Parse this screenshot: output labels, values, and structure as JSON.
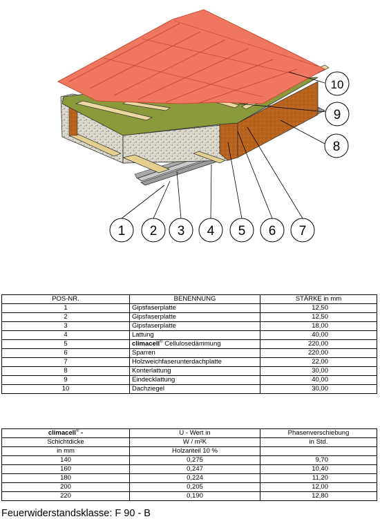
{
  "callouts": [
    "1",
    "2",
    "3",
    "4",
    "5",
    "6",
    "7",
    "8",
    "9",
    "10"
  ],
  "colors": {
    "roof_tiles": "#f0775f",
    "roof_tile_edge": "#c84a36",
    "battens": "#e8d49a",
    "board_brown": "#b8641f",
    "insulation": "#d8d4c8",
    "green_membrane": "#8a9a3a",
    "gypsum": "#b8b8b8"
  },
  "layers_table": {
    "headers": [
      "POS-NR.",
      "BENENNUNG",
      "STÄRKE in mm"
    ],
    "rows": [
      {
        "pos": "1",
        "name": "Gipsfaserplatte",
        "name_bold": "",
        "name_sup": "",
        "thickness": "12,50"
      },
      {
        "pos": "2",
        "name": "Gipsfaserplatte",
        "name_bold": "",
        "name_sup": "",
        "thickness": "12,50"
      },
      {
        "pos": "3",
        "name": "Gipsfaserplatte",
        "name_bold": "",
        "name_sup": "",
        "thickness": "18,00"
      },
      {
        "pos": "4",
        "name": "Lattung",
        "name_bold": "",
        "name_sup": "",
        "thickness": "40,00"
      },
      {
        "pos": "5",
        "name": " Cellulosedämmung",
        "name_bold": "climacell",
        "name_sup": "®",
        "thickness": "220,00"
      },
      {
        "pos": "6",
        "name": "Sparren",
        "name_bold": "",
        "name_sup": "",
        "thickness": "220,00"
      },
      {
        "pos": "7",
        "name": "Holzweichfaserunterdachplatte",
        "name_bold": "",
        "name_sup": "",
        "thickness": "22,00"
      },
      {
        "pos": "8",
        "name": "Konterlattung",
        "name_bold": "",
        "name_sup": "",
        "thickness": "30,00"
      },
      {
        "pos": "9",
        "name": "Eindecklattung",
        "name_bold": "",
        "name_sup": "",
        "thickness": "40,00"
      },
      {
        "pos": "10",
        "name": "Dachziegel",
        "name_bold": "",
        "name_sup": "",
        "thickness": "30,00"
      }
    ]
  },
  "u_table": {
    "header1": {
      "col1_bold": "climacell",
      "col1_sup": "®",
      "col1_rest": " -",
      "col2": "U - Wert in",
      "col3": "Phasenverschiebung"
    },
    "header2": {
      "col1": "Schichtdicke",
      "col2": "W / m²K",
      "col3": "in Std."
    },
    "header3": {
      "col1": "in mm",
      "col2": "Holzanteil 10 %",
      "col3": ""
    },
    "rows": [
      {
        "thickness": "140",
        "u_value": "0,275",
        "phase": "9,70"
      },
      {
        "thickness": "160",
        "u_value": "0,247",
        "phase": "10,40"
      },
      {
        "thickness": "180",
        "u_value": "0,224",
        "phase": "11,20"
      },
      {
        "thickness": "200",
        "u_value": "0,205",
        "phase": "12,00"
      },
      {
        "thickness": "220",
        "u_value": "0,190",
        "phase": "12,80"
      }
    ]
  },
  "fire_class": "Feuerwiderstandsklasse: F 90 - B"
}
